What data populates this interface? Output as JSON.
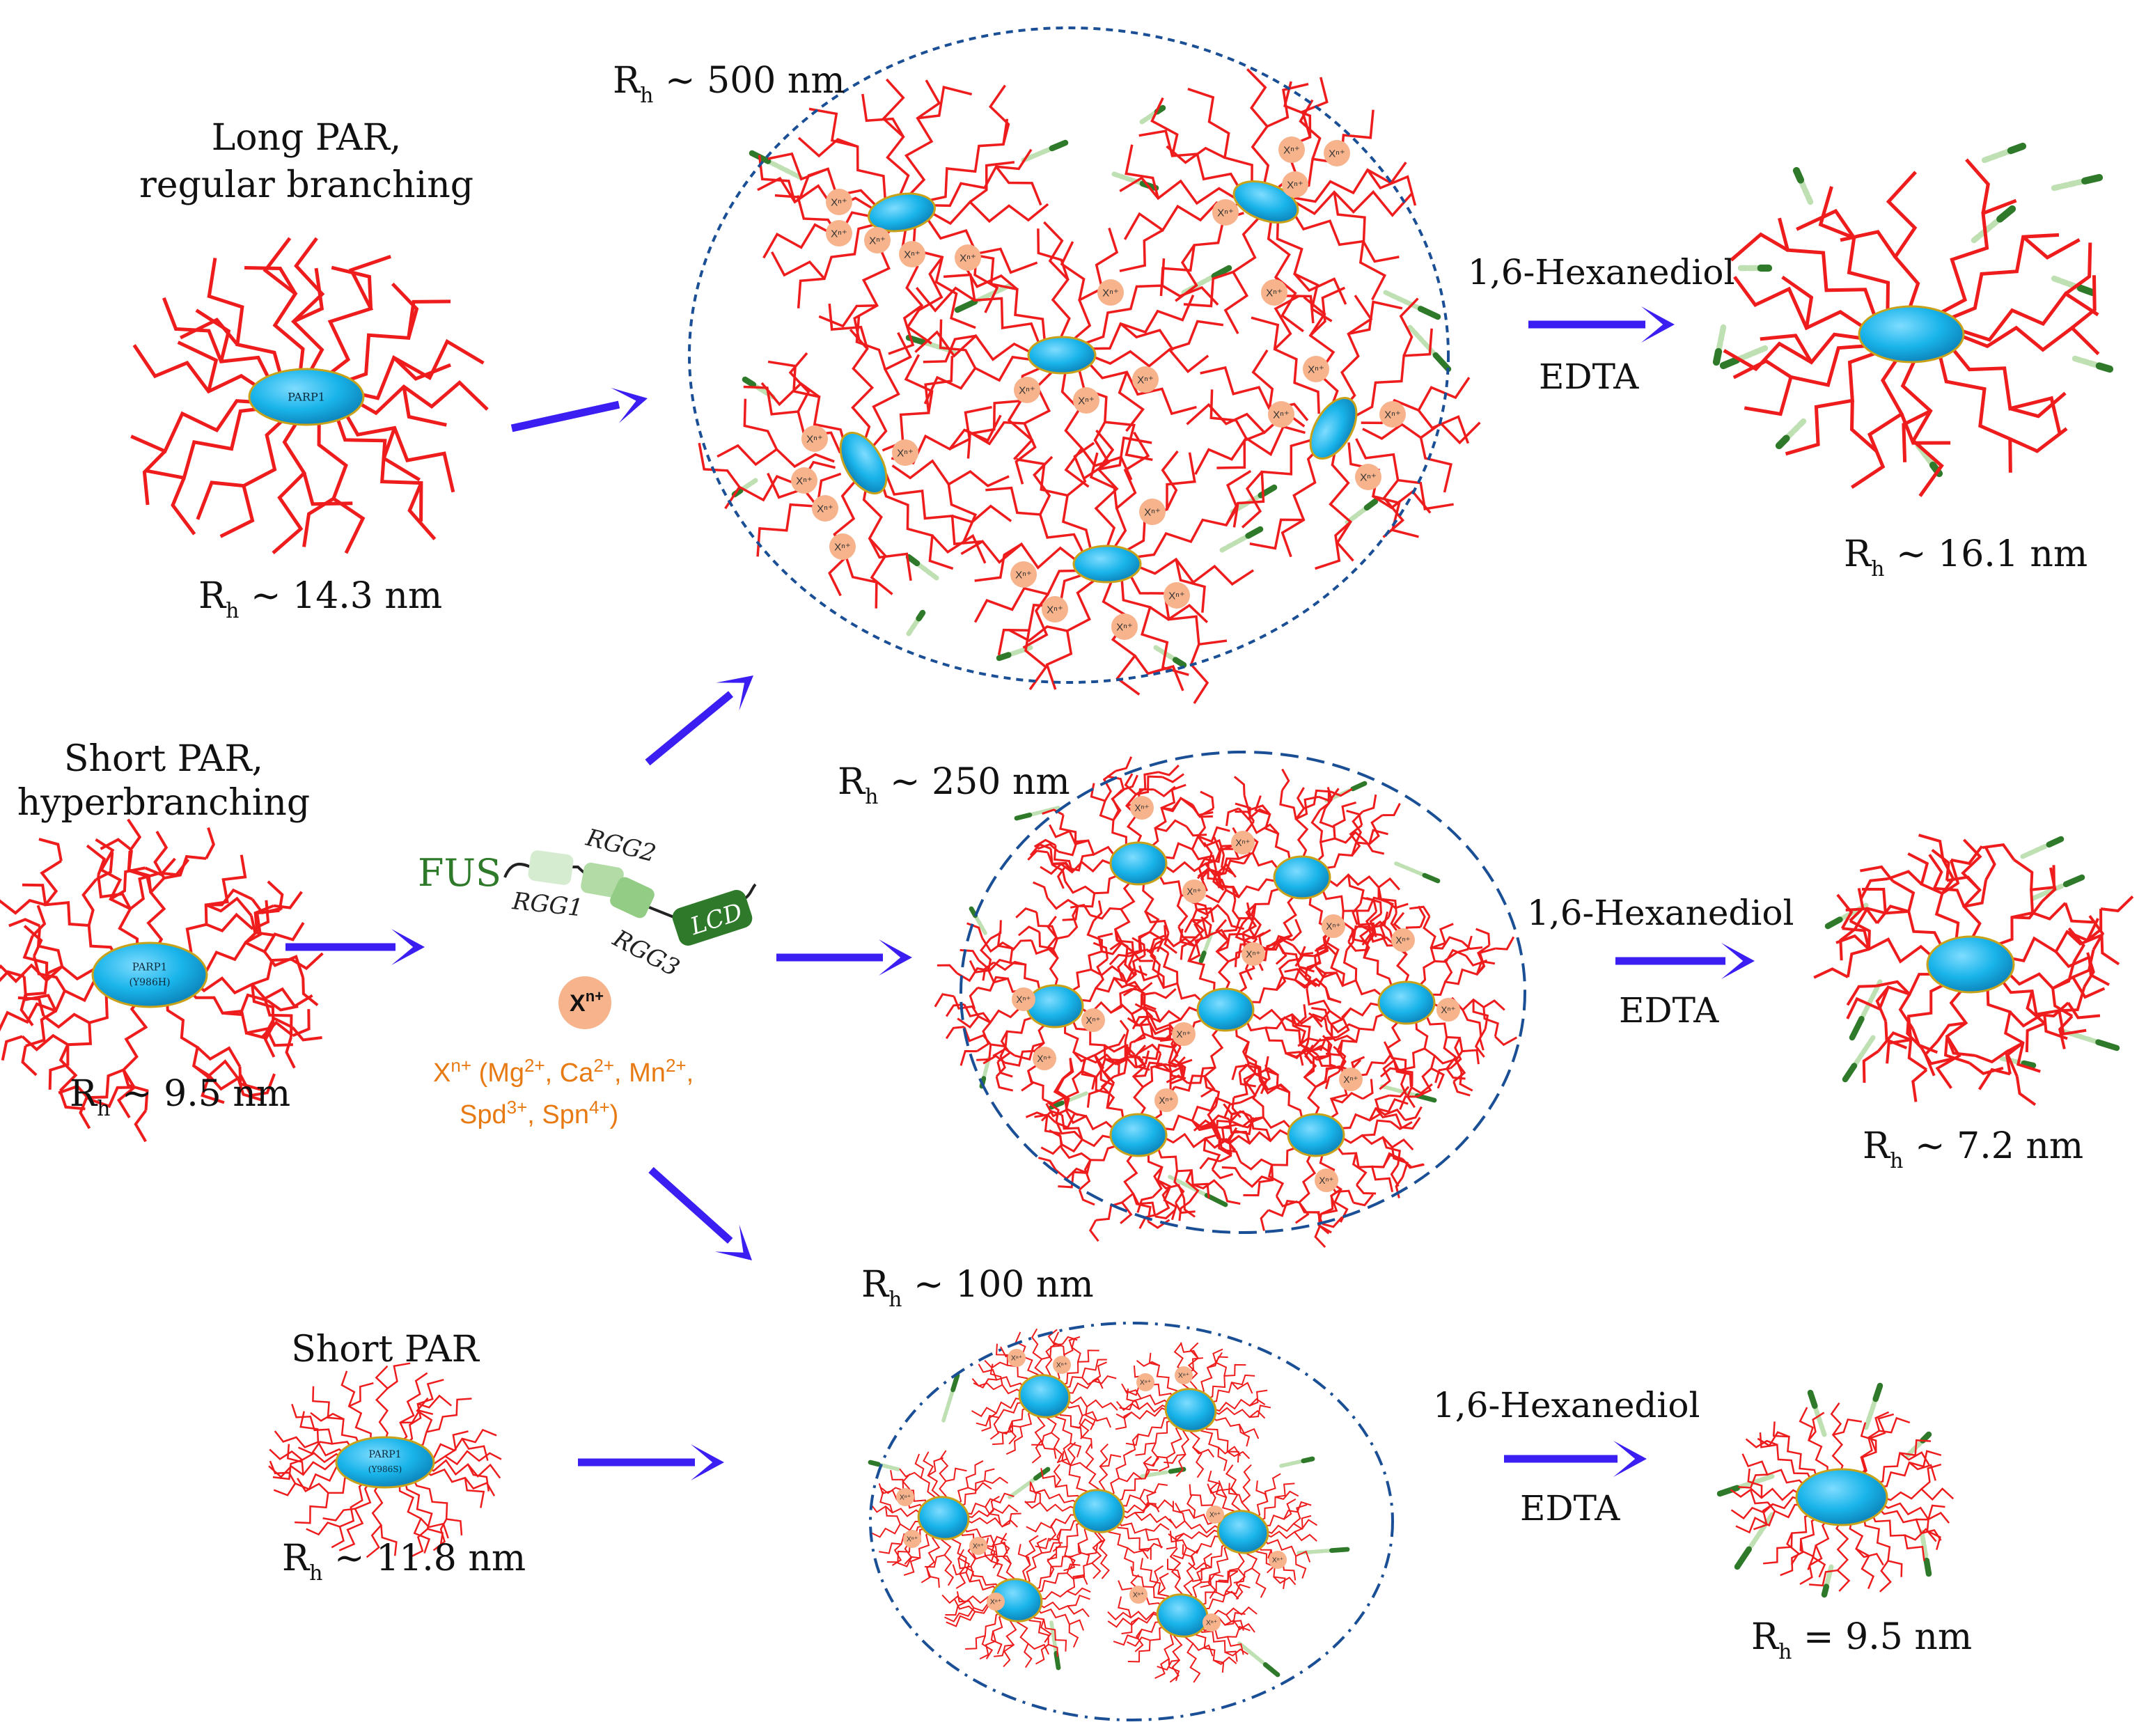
{
  "colors": {
    "chain": "#ee1c1c",
    "protein": "#19b4ea",
    "protein_edge": "#0a6f9a",
    "arrow": "#3a1ef2",
    "ion": "#f6b38c",
    "fus_green": "#2f7a2a",
    "rgg_light": "#cfe9c9",
    "rgg_mid": "#a9d89b",
    "rgg_dark": "#8fcc7f",
    "ion_label": "#e87a13",
    "droplet_border": "#1a4f96",
    "fus_strand_light": "#bfe0b3"
  },
  "left": {
    "long_title": [
      "Long PAR,",
      "regular branching"
    ],
    "long_protein": "PARP1",
    "long_rh": {
      "r": "R",
      "sub": "h",
      "rest": " ~ 14.3  nm"
    },
    "short_hyper_title": [
      "Short PAR,",
      "hyperbranching"
    ],
    "short_hyper_protein": [
      "PARP1",
      "(Y986H)"
    ],
    "short_hyper_rh": {
      "r": "R",
      "sub": "h",
      "rest": " ~ 9.5 nm"
    },
    "short_title": "Short PAR",
    "short_protein": [
      "PARP1",
      "(Y986S)"
    ],
    "short_rh": {
      "r": "R",
      "sub": "h",
      "rest": " ~ 11.8 nm"
    }
  },
  "middle": {
    "fus_label": "FUS",
    "rgg1": "RGG1",
    "rgg2": "RGG2",
    "rgg3": "RGG3",
    "lcd": "LCD",
    "ion_symbol": {
      "x": "X",
      "sup": "n+"
    },
    "ion_line1": {
      "x": "X",
      "sup": "n+",
      "rest": " (Mg",
      "s1": "2+",
      "r1": ", Ca",
      "s2": "2+",
      "r2": ", Mn",
      "s3": "2+",
      "r3": ","
    },
    "ion_line2": {
      "a": "Spd",
      "s1": "3+",
      "b": ", Spn",
      "s2": "4+",
      "c": ")"
    },
    "ion_tag": "Xⁿ⁺"
  },
  "droplets": {
    "top_rh": {
      "r": "R",
      "sub": "h",
      "rest": " ~ 500 nm"
    },
    "mid_rh": {
      "r": "R",
      "sub": "h",
      "rest": " ~ 250 nm"
    },
    "bot_rh": {
      "r": "R",
      "sub": "h",
      "rest": " ~ 100 nm"
    }
  },
  "right": {
    "hexanediol": "1,6-Hexanediol",
    "edta": "EDTA",
    "top_rh": {
      "r": "R",
      "sub": "h",
      "rest": " ~ 16.1 nm"
    },
    "mid_rh": {
      "r": "R",
      "sub": "h",
      "rest": " ~ 7.2 nm"
    },
    "bot_rh": {
      "r": "R",
      "sub": "h",
      "rest": " = 9.5 nm"
    }
  }
}
